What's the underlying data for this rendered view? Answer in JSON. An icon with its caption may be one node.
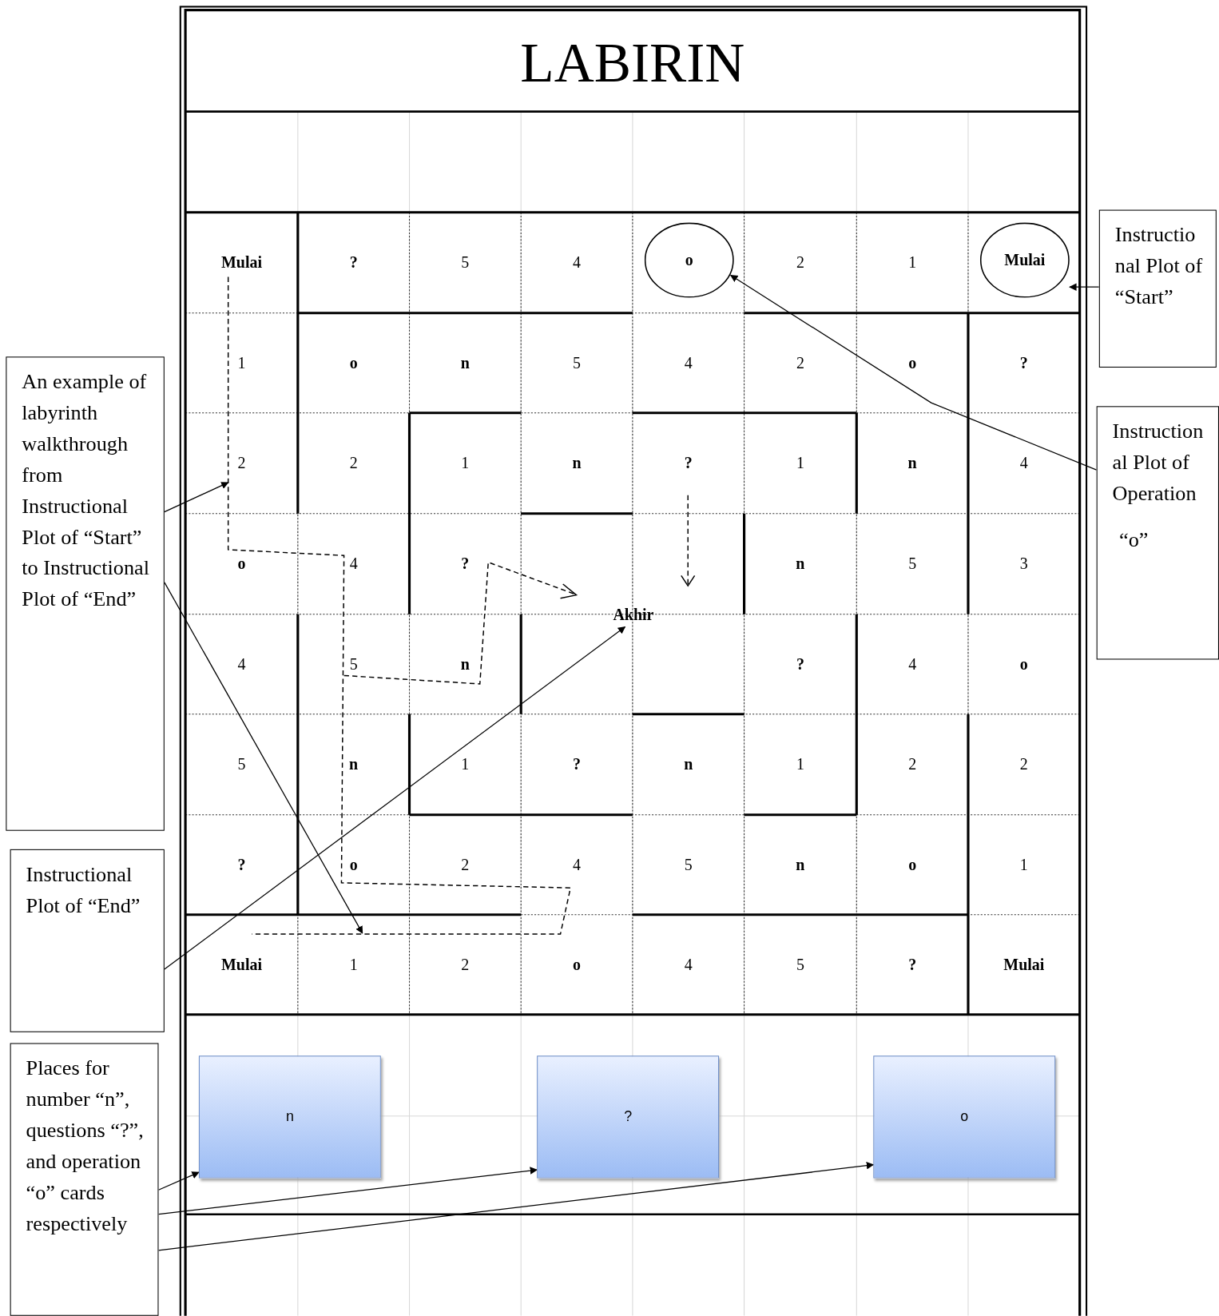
{
  "diagram": {
    "title": "LABIRIN",
    "nodes": [
      {
        "text": [
          "o"
        ]
      },
      {
        "text": [
          "Mulai"
        ]
      },
      {
        "text": [
          "Instructional Plot of “Start”"
        ]
      },
      {
        "text": [
          "An example of labyrinth walkthrough from Instructional Plot of “Start” to Instructional Plot of “End”"
        ]
      },
      {
        "text": [
          "Instructional Plot of Operation",
          "“o”"
        ]
      },
      {
        "text": [],
        "shape": "line"
      },
      {
        "text": [
          "Akhir"
        ]
      },
      {
        "text": [
          "Instructional Plot of “End”"
        ]
      },
      {
        "text": [
          "Places for number “n”, questions “?”, and operation “o” cards respectively"
        ]
      },
      {
        "text": [
          "n"
        ]
      },
      {
        "text": [
          "?"
        ]
      },
      {
        "text": [
          "o"
        ]
      }
    ],
    "edges": [
      {
        "from": 2,
        "to": 1,
        "arrow": "to"
      },
      {
        "from": 4,
        "to": 0,
        "arrow": "to"
      },
      {
        "from": 3,
        "to": 5,
        "arrow": "to"
      },
      {
        "from": 3,
        "to": 5,
        "arrow": "to"
      },
      {
        "from": 7,
        "to": 6,
        "arrow": "to"
      },
      {
        "from": 8,
        "to": 9,
        "arrow": "to"
      },
      {
        "from": 8,
        "to": 10,
        "arrow": "to"
      },
      {
        "from": 8,
        "to": 11,
        "arrow": "to"
      }
    ],
    "labels": [
      "Mulai",
      "?",
      "5",
      "4",
      "2",
      "1",
      "1",
      "o",
      "n",
      "5",
      "4",
      "2",
      "o",
      "?",
      "2",
      "2",
      "1",
      "n",
      "?",
      "1",
      "n",
      "4",
      "o",
      "4",
      "?",
      "n",
      "5",
      "3",
      "4",
      "5",
      "n",
      "?",
      "4",
      "o",
      "5",
      "n",
      "1",
      "?",
      "n",
      "1",
      "2",
      "2",
      "?",
      "o",
      "2",
      "4",
      "5",
      "n",
      "o",
      "1",
      "Mulai",
      "1",
      "2",
      "o",
      "4",
      "5",
      "?",
      "Mulai"
    ]
  }
}
